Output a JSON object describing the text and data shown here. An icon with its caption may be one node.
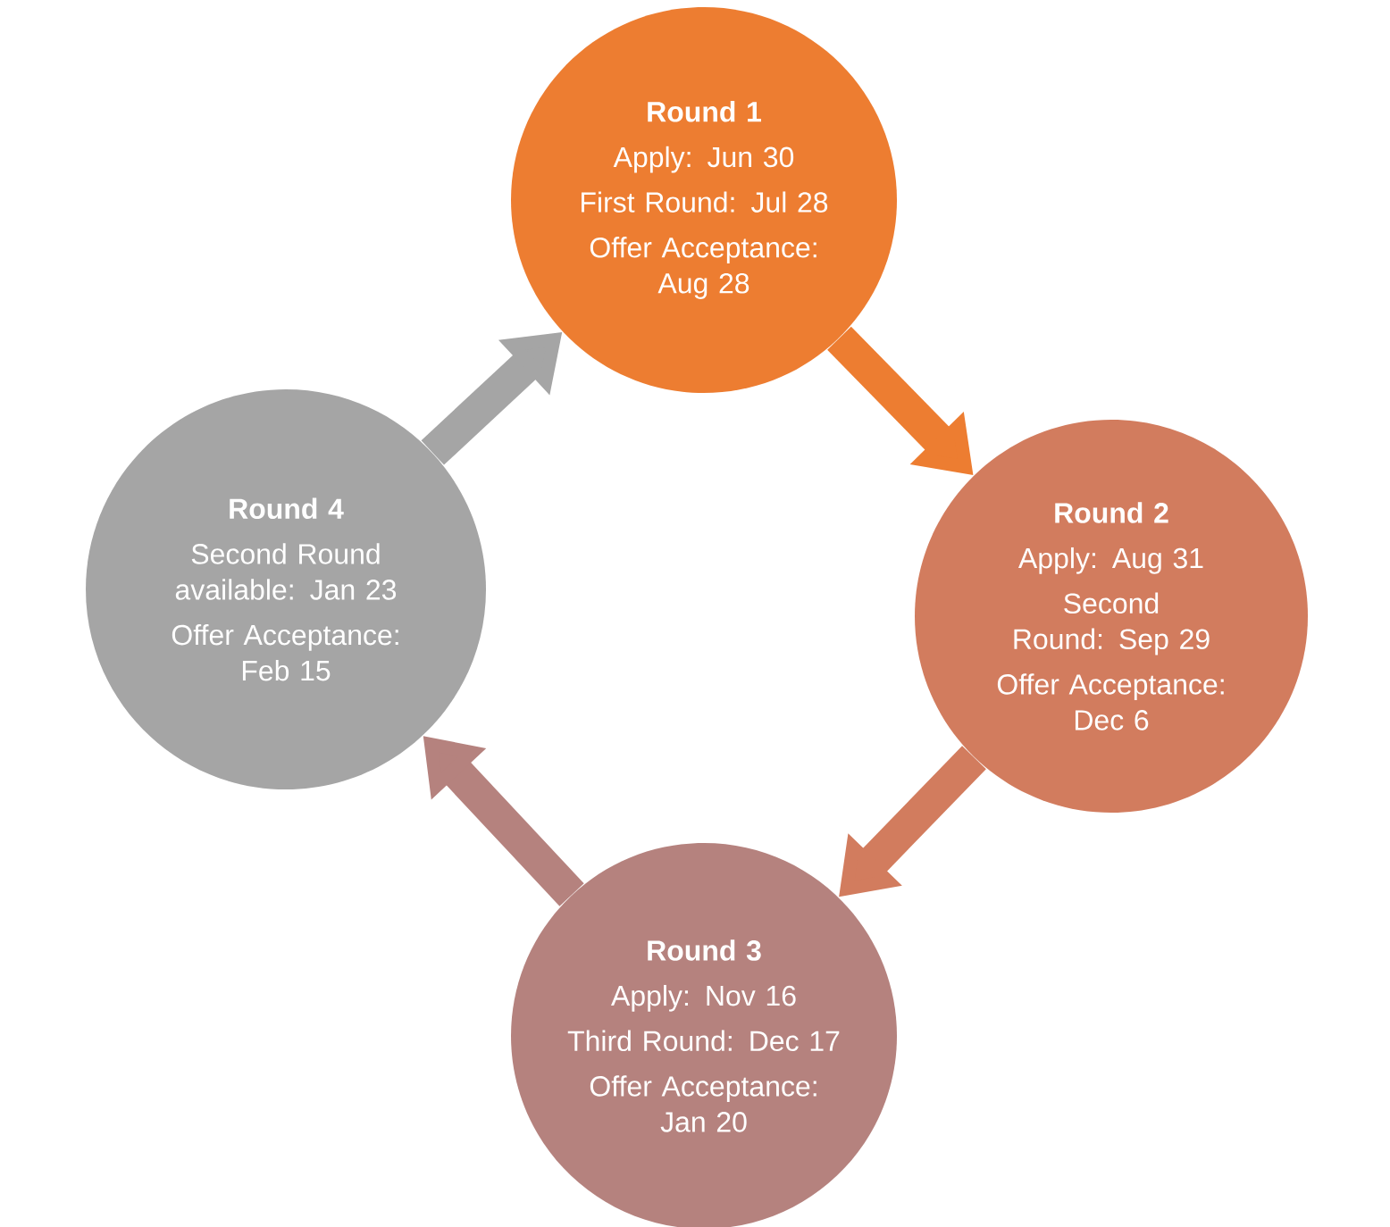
{
  "diagram": {
    "nodes": [
      {
        "text": [
          "Round 1",
          "Apply: Jun 30",
          "First Round: Jul 28",
          "Offer Acceptance: Aug 28"
        ]
      },
      {
        "text": [
          "Round 2",
          "Apply: Aug 31",
          "Second Round: Sep 29",
          "Offer Acceptance: Dec 6"
        ]
      },
      {
        "text": [
          "Round 3",
          "Apply: Nov 16",
          "Third Round: Dec 17",
          "Offer Acceptance: Jan 20"
        ]
      },
      {
        "text": [
          "Round 4",
          "Second Round available: Jan 23",
          "Offer Acceptance: Feb 15"
        ]
      }
    ],
    "edges": [
      {
        "from": 0,
        "to": 1,
        "arrow": "to",
        "color": "#ed7d31"
      },
      {
        "from": 1,
        "to": 2,
        "arrow": "to",
        "color": "#d27c5e"
      },
      {
        "from": 2,
        "to": 3,
        "arrow": "to",
        "color": "#b5827e"
      },
      {
        "from": 3,
        "to": 0,
        "arrow": "to",
        "color": "#a5a5a5"
      }
    ]
  }
}
